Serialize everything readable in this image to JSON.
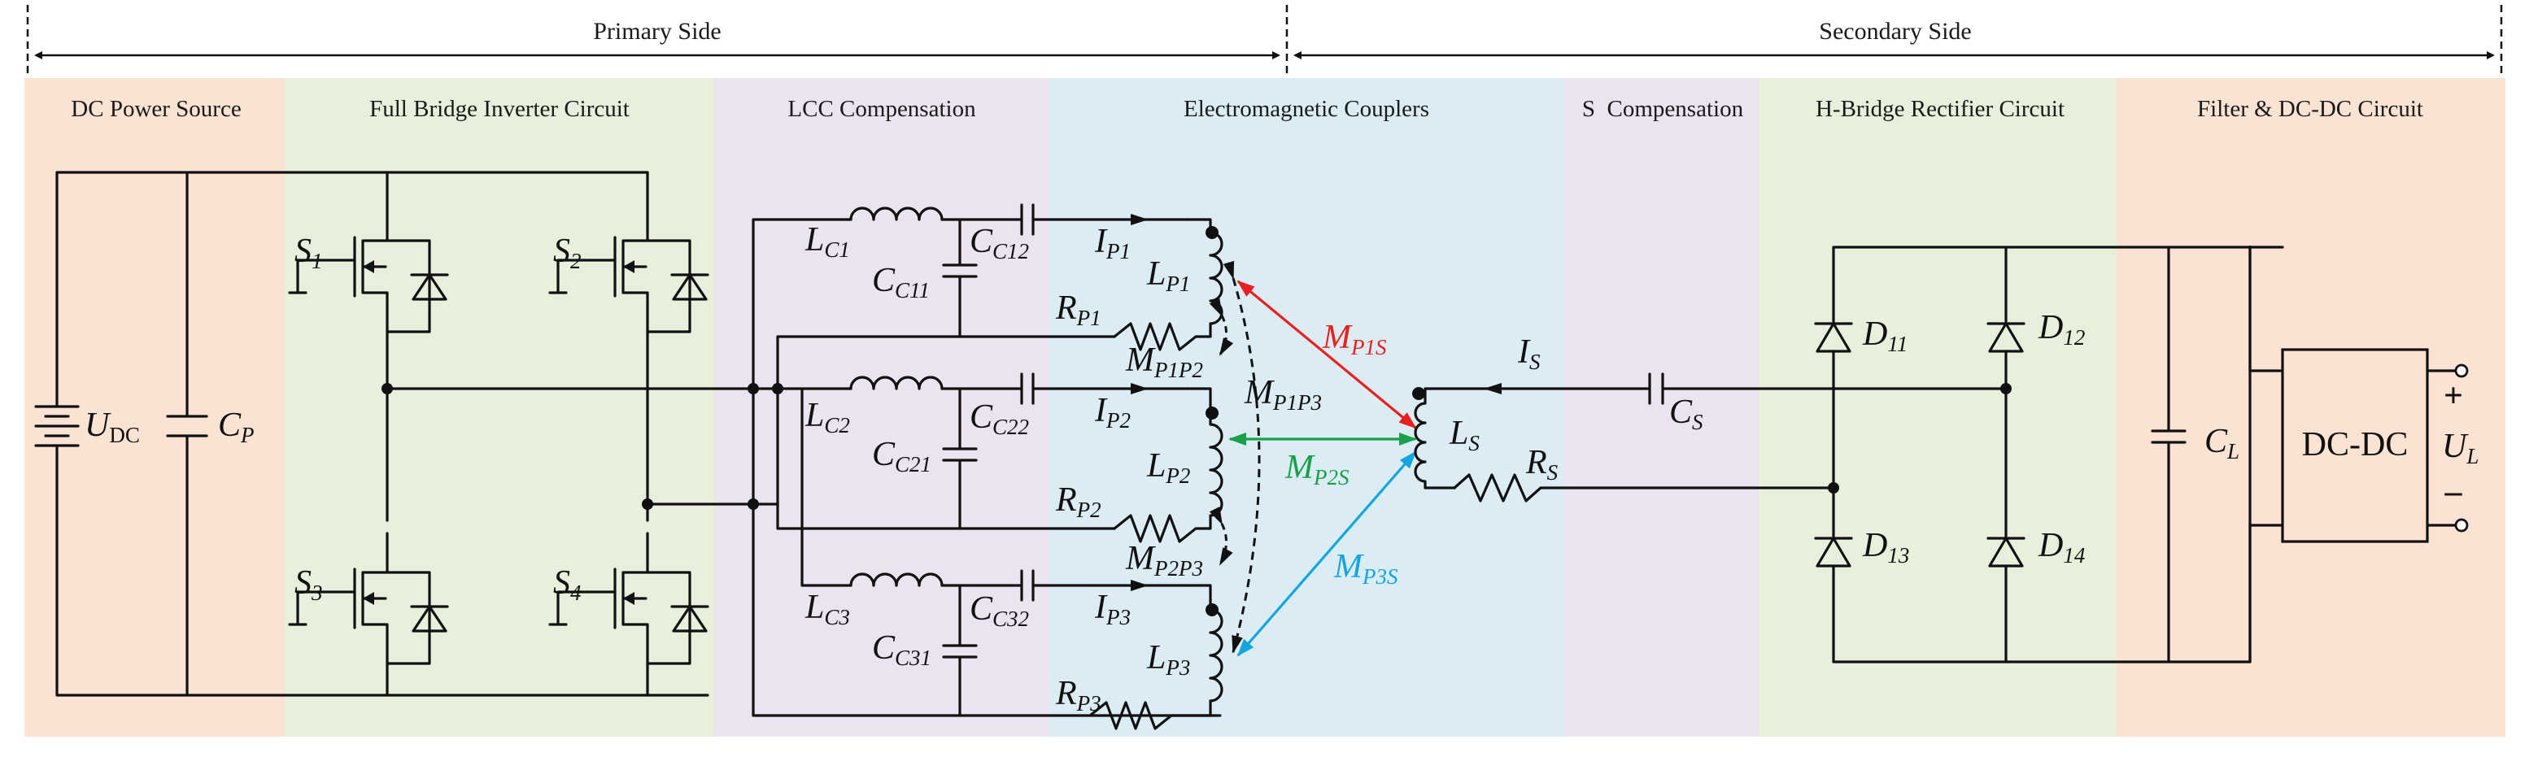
{
  "sides": {
    "primary": "Primary Side",
    "secondary": "Secondary Side"
  },
  "sections": [
    {
      "id": "dc",
      "title": "DC Power Source",
      "color": "#fbe3d3"
    },
    {
      "id": "inv",
      "title": "Full Bridge Inverter Circuit",
      "color": "#e8f0dc"
    },
    {
      "id": "lcc",
      "title": "LCC Compensation",
      "color": "#e9e4ef"
    },
    {
      "id": "em",
      "title": "Electromagnetic Couplers",
      "color": "#dcecf4"
    },
    {
      "id": "s",
      "title": "S  Compensation",
      "color": "#e9e4ef"
    },
    {
      "id": "rect",
      "title": "H-Bridge Rectifier Circuit",
      "color": "#e8f0dc"
    },
    {
      "id": "filt",
      "title": "Filter & DC-DC Circuit",
      "color": "#fbe3d3"
    }
  ],
  "components": {
    "source": {
      "base": "U",
      "sub": "DC"
    },
    "cp": {
      "base": "C",
      "sub": "P"
    },
    "s1": {
      "base": "S",
      "sub": "1"
    },
    "s2": {
      "base": "S",
      "sub": "2"
    },
    "s3": {
      "base": "S",
      "sub": "3"
    },
    "s4": {
      "base": "S",
      "sub": "4"
    },
    "lc1": {
      "base": "L",
      "sub": "C1"
    },
    "lc2": {
      "base": "L",
      "sub": "C2"
    },
    "lc3": {
      "base": "L",
      "sub": "C3"
    },
    "cc11": {
      "base": "C",
      "sub": "C11"
    },
    "cc21": {
      "base": "C",
      "sub": "C21"
    },
    "cc31": {
      "base": "C",
      "sub": "C31"
    },
    "cc12": {
      "base": "C",
      "sub": "C12"
    },
    "cc22": {
      "base": "C",
      "sub": "C22"
    },
    "cc32": {
      "base": "C",
      "sub": "C32"
    },
    "ip1": {
      "base": "I",
      "sub": "P1"
    },
    "ip2": {
      "base": "I",
      "sub": "P2"
    },
    "ip3": {
      "base": "I",
      "sub": "P3"
    },
    "rp1": {
      "base": "R",
      "sub": "P1"
    },
    "rp2": {
      "base": "R",
      "sub": "P2"
    },
    "rp3": {
      "base": "R",
      "sub": "P3"
    },
    "lp1": {
      "base": "L",
      "sub": "P1"
    },
    "lp2": {
      "base": "L",
      "sub": "P2"
    },
    "lp3": {
      "base": "L",
      "sub": "P3"
    },
    "mp1p2": {
      "base": "M",
      "sub": "P1P2"
    },
    "mp1p3": {
      "base": "M",
      "sub": "P1P3"
    },
    "mp2p3": {
      "base": "M",
      "sub": "P2P3"
    },
    "mp1s": {
      "base": "M",
      "sub": "P1S",
      "color": "#e8201f"
    },
    "mp2s": {
      "base": "M",
      "sub": "P2S",
      "color": "#1aa04a"
    },
    "mp3s": {
      "base": "M",
      "sub": "P3S",
      "color": "#13a6e0"
    },
    "ls": {
      "base": "L",
      "sub": "S"
    },
    "is": {
      "base": "I",
      "sub": "S"
    },
    "cs": {
      "base": "C",
      "sub": "S"
    },
    "rs": {
      "base": "R",
      "sub": "S"
    },
    "d11": {
      "base": "D",
      "sub": "11"
    },
    "d12": {
      "base": "D",
      "sub": "12"
    },
    "d13": {
      "base": "D",
      "sub": "13"
    },
    "d14": {
      "base": "D",
      "sub": "14"
    },
    "cl": {
      "base": "C",
      "sub": "L"
    },
    "dcdc": {
      "text": "DC-DC"
    },
    "ul": {
      "base": "U",
      "sub": "L"
    },
    "plus": "+",
    "minus": "–"
  }
}
